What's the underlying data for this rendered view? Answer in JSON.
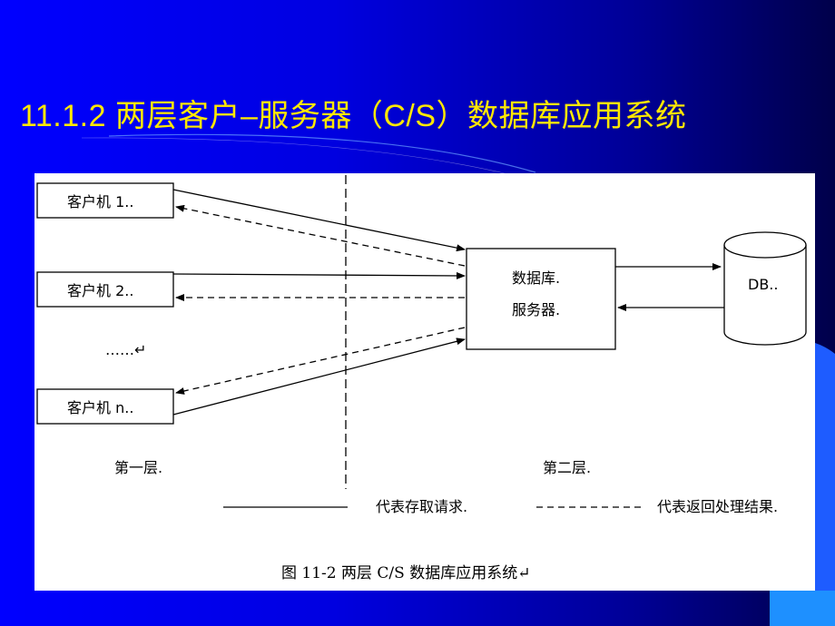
{
  "slide": {
    "title": "11.1.2  两层客户–服务器（C/S）数据库应用系统"
  },
  "diagram": {
    "clients": [
      {
        "label": "客户机 1.."
      },
      {
        "label": "客户机 2.."
      },
      {
        "label": "客户机 n.."
      }
    ],
    "ellipsis": "……↵",
    "server": {
      "line1": "数据库.",
      "line2": "服务器."
    },
    "db_label": "DB..",
    "tier1_label": "第一层.",
    "tier2_label": "第二层.",
    "legend": {
      "request": "代表存取请求.",
      "response": "代表返回处理结果."
    },
    "caption": "图 11-2    两层 C/S 数据库应用系统↵"
  },
  "colors": {
    "title": "#ffe800",
    "panel": "#ffffff",
    "accent_blue": "#1e5cff",
    "line": "#000000"
  }
}
